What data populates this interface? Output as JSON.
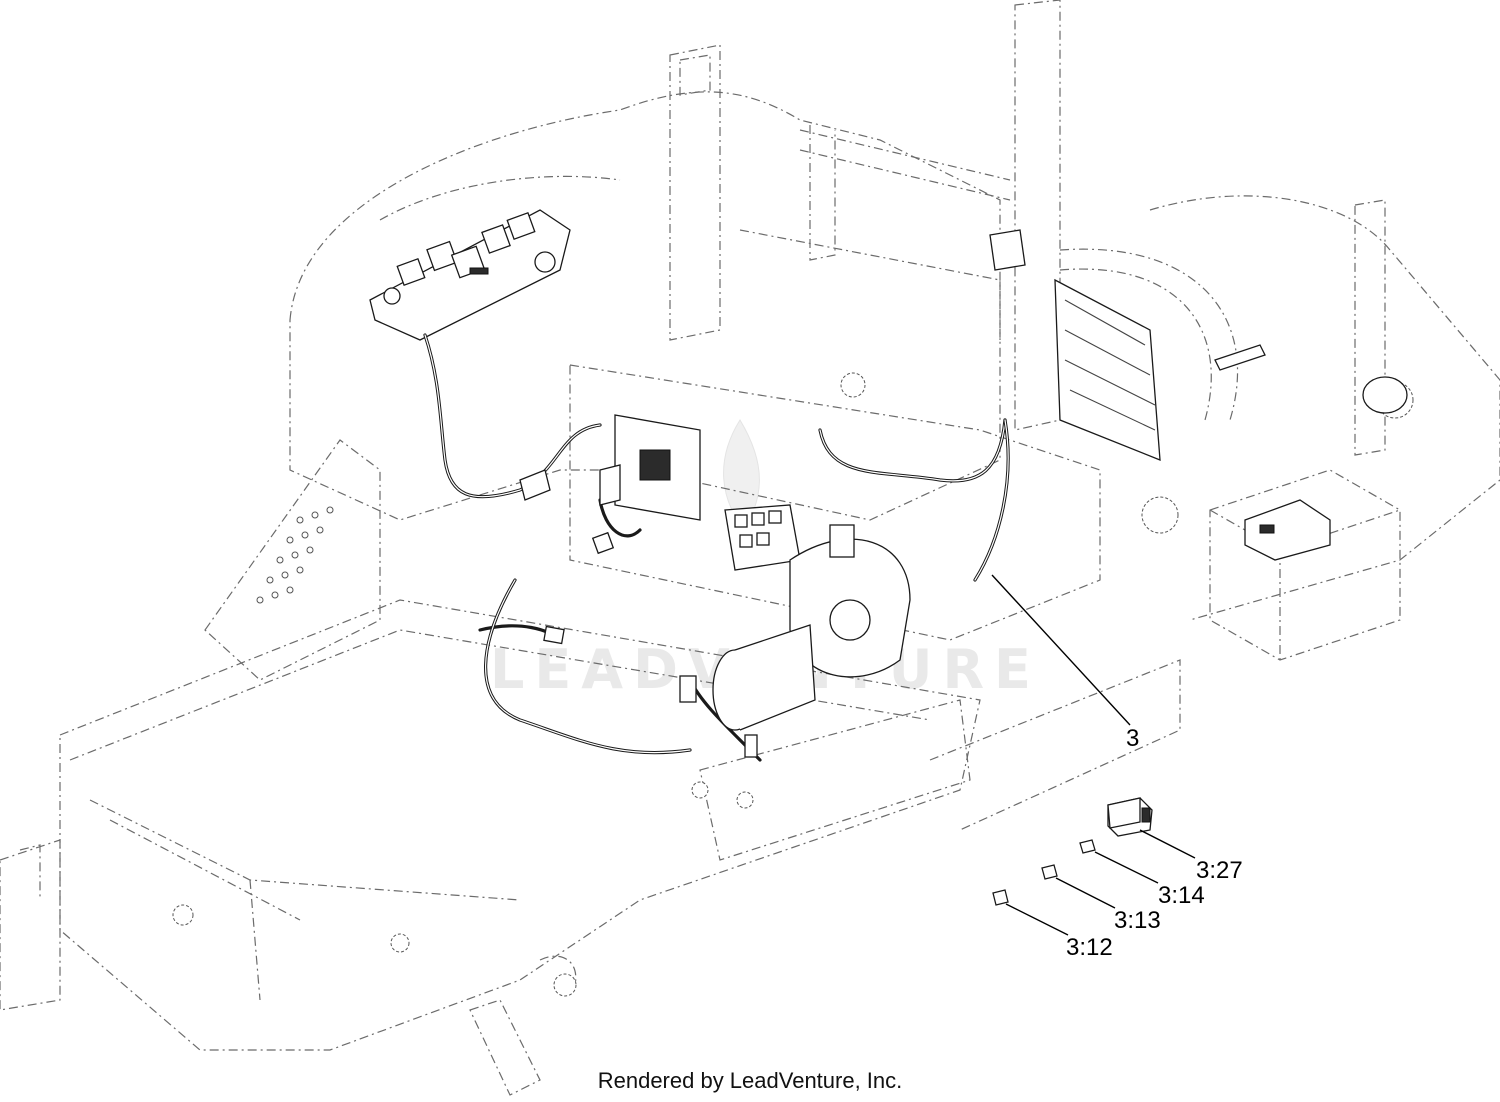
{
  "diagram": {
    "watermark_text": "LEADVENTURE",
    "callouts": {
      "main_harness": "3",
      "relay": "3:27",
      "fuse_a": "3:14",
      "fuse_b": "3:13",
      "fuse_c": "3:12"
    },
    "footer": "Rendered by LeadVenture, Inc."
  }
}
